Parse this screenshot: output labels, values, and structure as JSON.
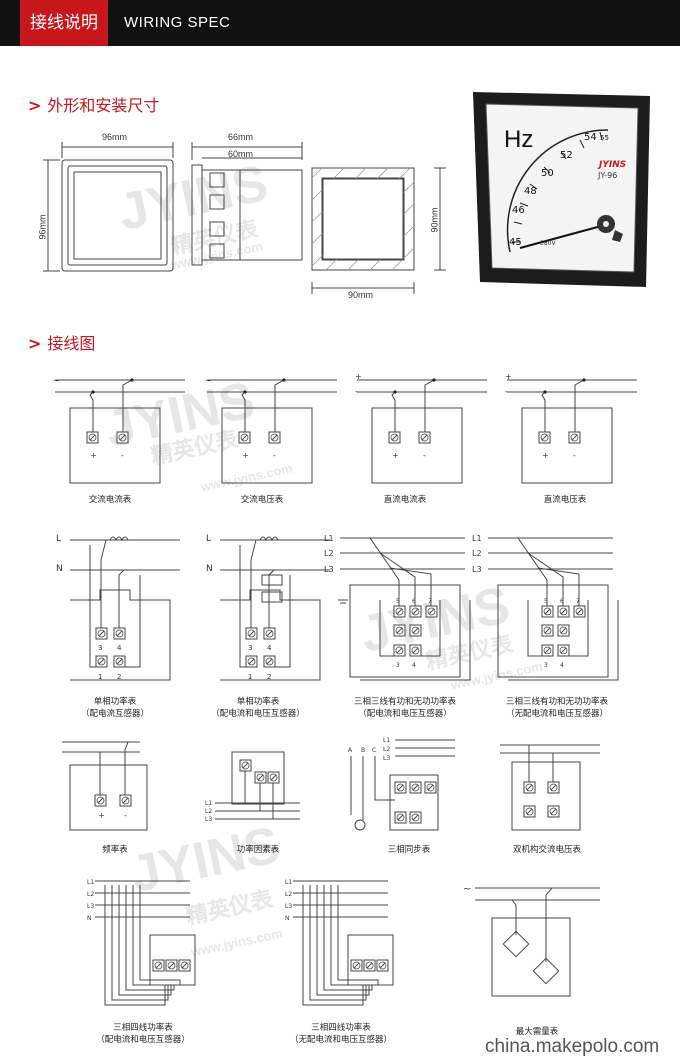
{
  "header": {
    "tab_label": "接线说明",
    "subtitle": "WIRING SPEC"
  },
  "section1": {
    "chevron": ">",
    "title": "外形和安装尺寸"
  },
  "dimensions": {
    "front_width": "96mm",
    "front_height": "96mm",
    "side_depth": "66mm",
    "side_inner": "60mm",
    "cutout_width": "90mm",
    "cutout_height": "90mm"
  },
  "meter": {
    "unit": "Hz",
    "scale": [
      "45",
      "46",
      "48",
      "50",
      "52",
      "54",
      "55"
    ],
    "brand": "JYINS",
    "model": "JY-96",
    "rating": "380V"
  },
  "section2": {
    "chevron": ">",
    "title": "接线图"
  },
  "diagrams": {
    "row1": [
      "交流电流表",
      "交流电压表",
      "直流电流表",
      "直流电压表"
    ],
    "row2": [
      {
        "line1": "单相功率表",
        "line2": "（配电流互感器）"
      },
      {
        "line1": "单相功率表",
        "line2": "（配电流和电压互感器）"
      },
      {
        "line1": "三相三线有功和无功功率表",
        "line2": "（配电流和电压互感器）"
      },
      {
        "line1": "三相三线有功和无功功率表",
        "line2": "（无配电流和电压互感器）"
      }
    ],
    "row3": [
      "频率表",
      "功率因素表",
      "三相同步表",
      "双机构交流电压表"
    ],
    "row4": [
      {
        "line1": "三相四线功率表",
        "line2": "（配电流和电压互感器）"
      },
      {
        "line1": "三相四线功率表",
        "line2": "（无配电流和电压互感器）"
      },
      {
        "line1": "最大需量表",
        "line2": ""
      }
    ]
  },
  "labels": {
    "L": "L",
    "N": "N",
    "L1": "L1",
    "L2": "L2",
    "L3": "L3",
    "plus": "+",
    "minus": "-",
    "ac": "~"
  },
  "watermark": {
    "brand": "JYINS",
    "cn": "精英仪表",
    "url": "www.jyins.com"
  },
  "footer": {
    "site": "china.makepolo.com"
  }
}
